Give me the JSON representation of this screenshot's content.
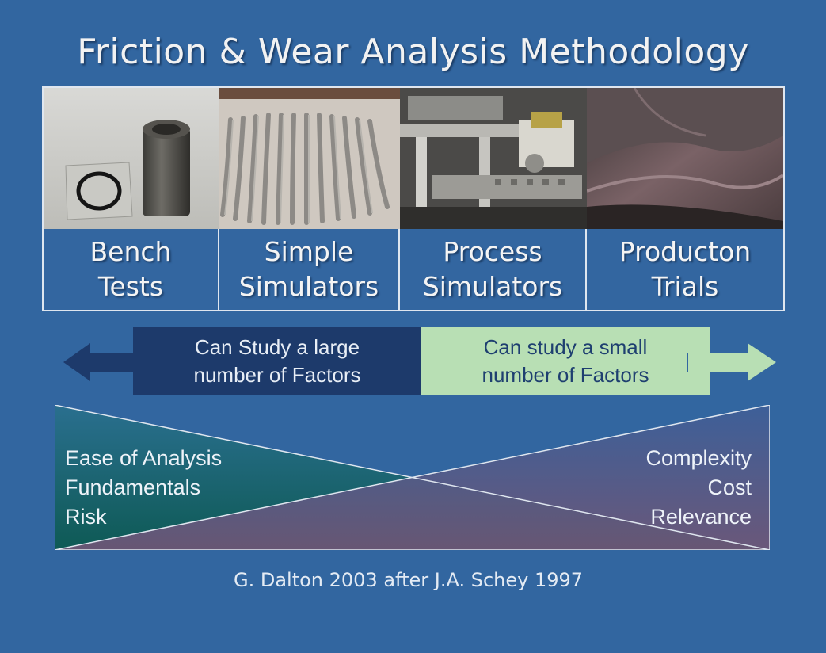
{
  "title": "Friction & Wear Analysis Methodology",
  "stages": [
    {
      "line1": "Bench",
      "line2": "Tests"
    },
    {
      "line1": "Simple",
      "line2": "Simulators"
    },
    {
      "line1": "Process",
      "line2": "Simulators"
    },
    {
      "line1": "Producton",
      "line2": "Trials"
    }
  ],
  "bars": {
    "left": {
      "line1": "Can Study a large",
      "line2": "number of Factors"
    },
    "right": {
      "line1": "Can study a small",
      "line2": "number of Factors"
    }
  },
  "left_factors": [
    "Ease of Analysis",
    "Fundamentals",
    "Risk"
  ],
  "right_factors": [
    "Complexity",
    "Cost",
    "Relevance"
  ],
  "credit": "G. Dalton 2003 after J.A. Schey 1997",
  "colors": {
    "background": "#3266a0",
    "dark_bar": "#1d3a6b",
    "light_bar": "#b8dfb4",
    "teal": "#0f5f5e",
    "mauve": "#6b557c"
  }
}
